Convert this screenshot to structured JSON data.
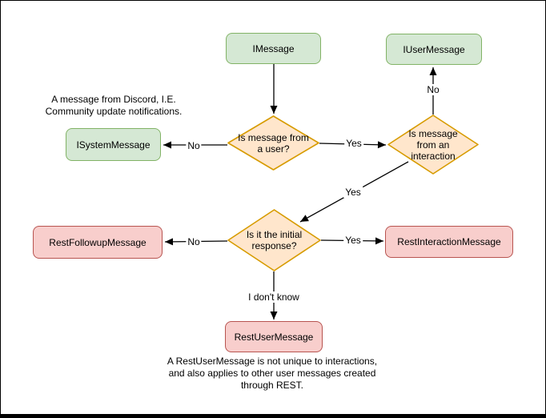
{
  "diagram": {
    "type": "flowchart",
    "palette": {
      "interface_fill": "#d5e8d4",
      "interface_stroke": "#82b366",
      "decision_fill": "#ffe6cc",
      "decision_stroke": "#d79b00",
      "rest_fill": "#f8cecc",
      "rest_stroke": "#b85450",
      "edge_color": "#000000",
      "background": "#ffffff"
    },
    "nodes": {
      "imessage": {
        "label": "IMessage"
      },
      "iusermessage": {
        "label": "IUserMessage"
      },
      "isystemmessage": {
        "label": "ISystemMessage"
      },
      "q_user": {
        "label": "Is message from a user?"
      },
      "q_interaction": {
        "label": "Is message from an interaction"
      },
      "q_initial": {
        "label": "Is it the initial response?"
      },
      "restfollowup": {
        "label": "RestFollowupMessage"
      },
      "restinteraction": {
        "label": "RestInteractionMessage"
      },
      "restuser": {
        "label": "RestUserMessage"
      }
    },
    "edge_labels": {
      "user_no": "No",
      "user_yes": "Yes",
      "interaction_no": "No",
      "interaction_yes": "Yes",
      "initial_no": "No",
      "initial_yes": "Yes",
      "initial_unknown": "I don't know"
    },
    "annotations": {
      "system_note": [
        "A message from Discord, I.E.",
        "Community update notifications."
      ],
      "restuser_note": [
        "A RestUserMessage is not unique to interactions,",
        "and also applies to other user messages created",
        "through REST."
      ]
    }
  }
}
